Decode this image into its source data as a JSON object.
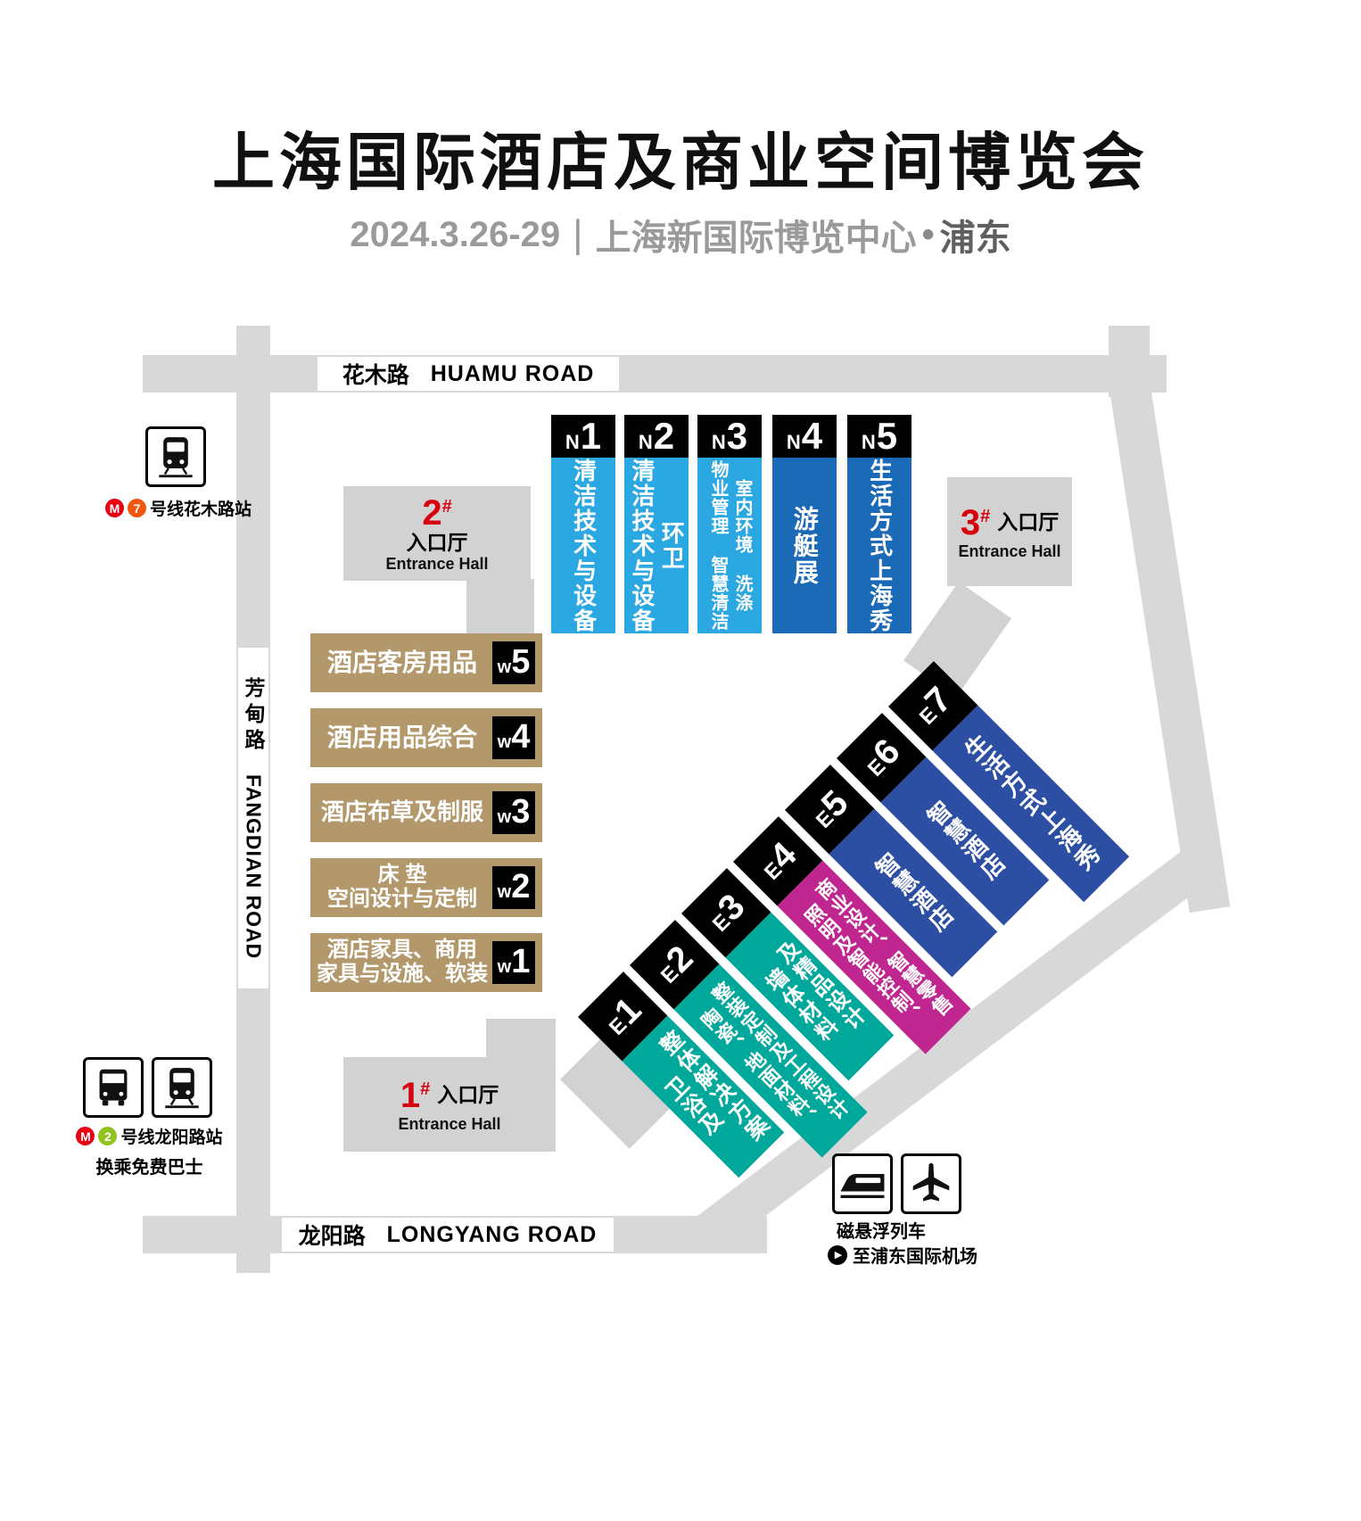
{
  "colors": {
    "light_blue": "#2BA7E1",
    "mid_blue": "#1A6AB8",
    "tan": "#B2986B",
    "teal": "#00A79B",
    "magenta": "#BF2690",
    "indigo": "#2C4FA3",
    "road_gray": "#D8D8D8",
    "entrance_gray": "#D2D2D2",
    "entrance_red": "#D7000F",
    "label_black": "#000000",
    "metro_red": "#E60012",
    "line7_orange": "#F3560F",
    "line2_green": "#8FC31F",
    "subtitle_gray": "#9A9A9A"
  },
  "header": {
    "title": "上海国际酒店及商业空间博览会",
    "date": "2024.3.26-29",
    "separator": "|",
    "venue": "上海新国际博览中心",
    "bullet": "•",
    "district": "浦东"
  },
  "roads": {
    "huamu": {
      "cn": "花木路",
      "en": "HUAMU ROAD"
    },
    "fangdian": {
      "cn": "芳甸路",
      "en": "FANGDIAN ROAD"
    },
    "longyang": {
      "cn": "龙阳路",
      "en": "LONGYANG ROAD"
    }
  },
  "entrances": {
    "hall1": {
      "num": "1",
      "mark": "#",
      "cn": "入口厅",
      "en": "Entrance Hall"
    },
    "hall2": {
      "num": "2",
      "mark": "#",
      "cn": "入口厅",
      "en": "Entrance Hall"
    },
    "hall3": {
      "num": "3",
      "mark": "#",
      "cn": "入口厅",
      "en": "Entrance Hall"
    }
  },
  "halls": {
    "north": [
      {
        "prefix": "N",
        "num": "1",
        "lines": [
          "清洁技术与设备"
        ]
      },
      {
        "prefix": "N",
        "num": "2",
        "lines": [
          "清洁技术与设备",
          "环卫"
        ]
      },
      {
        "prefix": "N",
        "num": "3",
        "lines": [
          "物业管理 智慧清洁",
          "室内环境 洗涤"
        ]
      },
      {
        "prefix": "N",
        "num": "4",
        "lines": [
          "游艇展"
        ]
      },
      {
        "prefix": "N",
        "num": "5",
        "lines": [
          "生活方式上海秀"
        ]
      }
    ],
    "west": [
      {
        "prefix": "w",
        "num": "5",
        "lines": [
          "酒店客房用品"
        ]
      },
      {
        "prefix": "w",
        "num": "4",
        "lines": [
          "酒店用品综合"
        ]
      },
      {
        "prefix": "w",
        "num": "3",
        "lines": [
          "酒店布草及制服"
        ]
      },
      {
        "prefix": "w",
        "num": "2",
        "lines": [
          "床 垫",
          "空间设计与定制"
        ]
      },
      {
        "prefix": "w",
        "num": "1",
        "lines": [
          "酒店家具、商用",
          "家具与设施、软装"
        ]
      }
    ],
    "east": [
      {
        "prefix": "E",
        "num": "1",
        "lines": [
          "卫浴及",
          "整体解决方案"
        ]
      },
      {
        "prefix": "E",
        "num": "2",
        "lines": [
          "陶瓷、地面材料、",
          "整装定制及工程设计"
        ]
      },
      {
        "prefix": "E",
        "num": "3",
        "lines": [
          "墙体材料",
          "及精品设计"
        ]
      },
      {
        "prefix": "E",
        "num": "4",
        "lines": [
          "照明及智能控制、",
          "商业设计、智慧零售"
        ]
      },
      {
        "prefix": "E",
        "num": "5",
        "lines": [
          "智慧酒店"
        ]
      },
      {
        "prefix": "E",
        "num": "6",
        "lines": [
          "智慧酒店"
        ]
      },
      {
        "prefix": "E",
        "num": "7",
        "lines": [
          "生活方式上海秀"
        ]
      }
    ]
  },
  "transit": {
    "huamu_station": {
      "metro_logo": "M",
      "badge": "7",
      "label": "号线花木路站"
    },
    "longyang_station": {
      "metro_logo": "M",
      "badge": "2",
      "label": "号线龙阳路站",
      "sub": "换乘免费巴士"
    },
    "maglev": {
      "label": "磁悬浮列车",
      "arrow": "▶",
      "dest": "至浦东国际机场"
    }
  }
}
